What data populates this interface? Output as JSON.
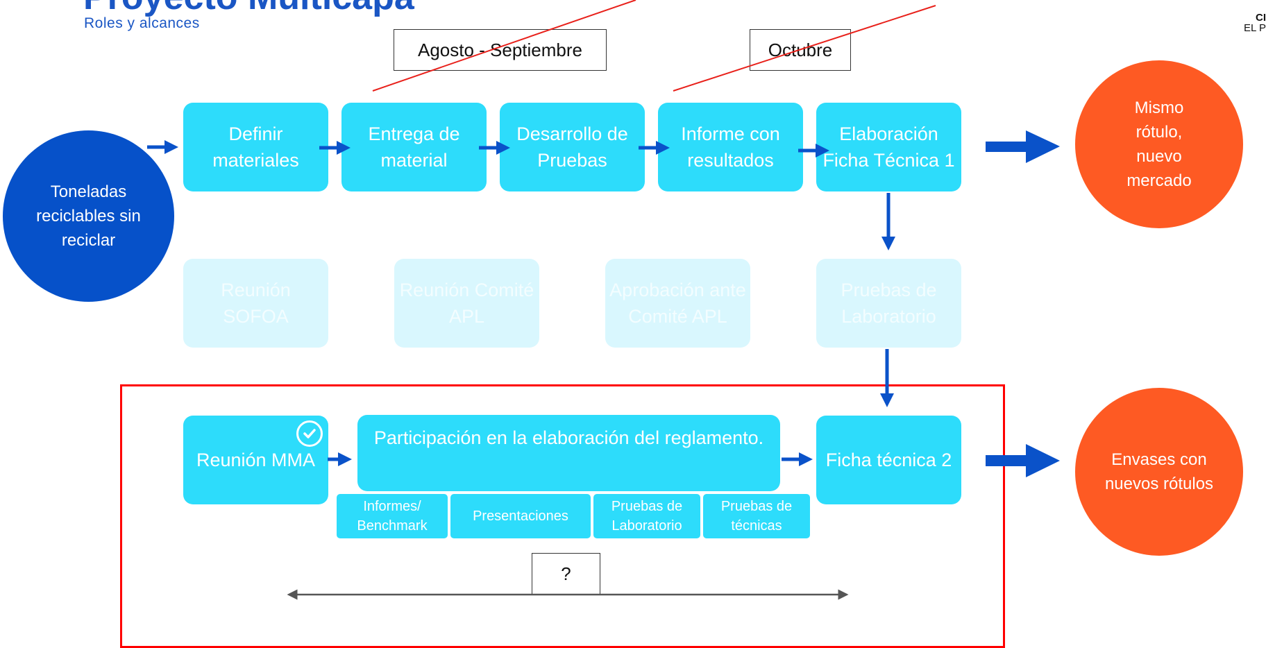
{
  "header": {
    "title": "Proyecto Multicapa",
    "subtitle": "Roles y alcances",
    "logo_line1": "CI",
    "logo_line2": "EL P"
  },
  "timeline_labels": {
    "period1": "Agosto - Septiembre",
    "period2": "Octubre",
    "unknown": "?"
  },
  "start_circle": "Toneladas reciclables sin reciclar",
  "row1": [
    "Definir materiales",
    "Entrega de material",
    "Desarrollo de Pruebas",
    "Informe con resultados",
    "Elaboración Ficha Técnica 1"
  ],
  "row2": [
    "Reunión SOFOA",
    "Reunión Comité APL",
    "Aprobación ante Comité APL",
    "Pruebas de Laboratorio"
  ],
  "row3": {
    "meeting": "Reunión MMA",
    "participation": "Participación en la elaboración del reglamento.",
    "result": "Ficha técnica 2",
    "sub_items": [
      "Informes/ Benchmark",
      "Presentaciones",
      "Pruebas de Laboratorio",
      "Pruebas de técnicas"
    ]
  },
  "outcomes": {
    "top": "Mismo rótulo, nuevo mercado",
    "bottom": "Envases con nuevos rótulos"
  },
  "colors": {
    "box": "#2ddcfb",
    "box_faded": "#d9f7fe",
    "arrow": "#0a52c9",
    "start_circle": "#0651c9",
    "outcome_circle": "#fe5a23",
    "frame": "#ff0000",
    "strike": "#e8201a"
  }
}
